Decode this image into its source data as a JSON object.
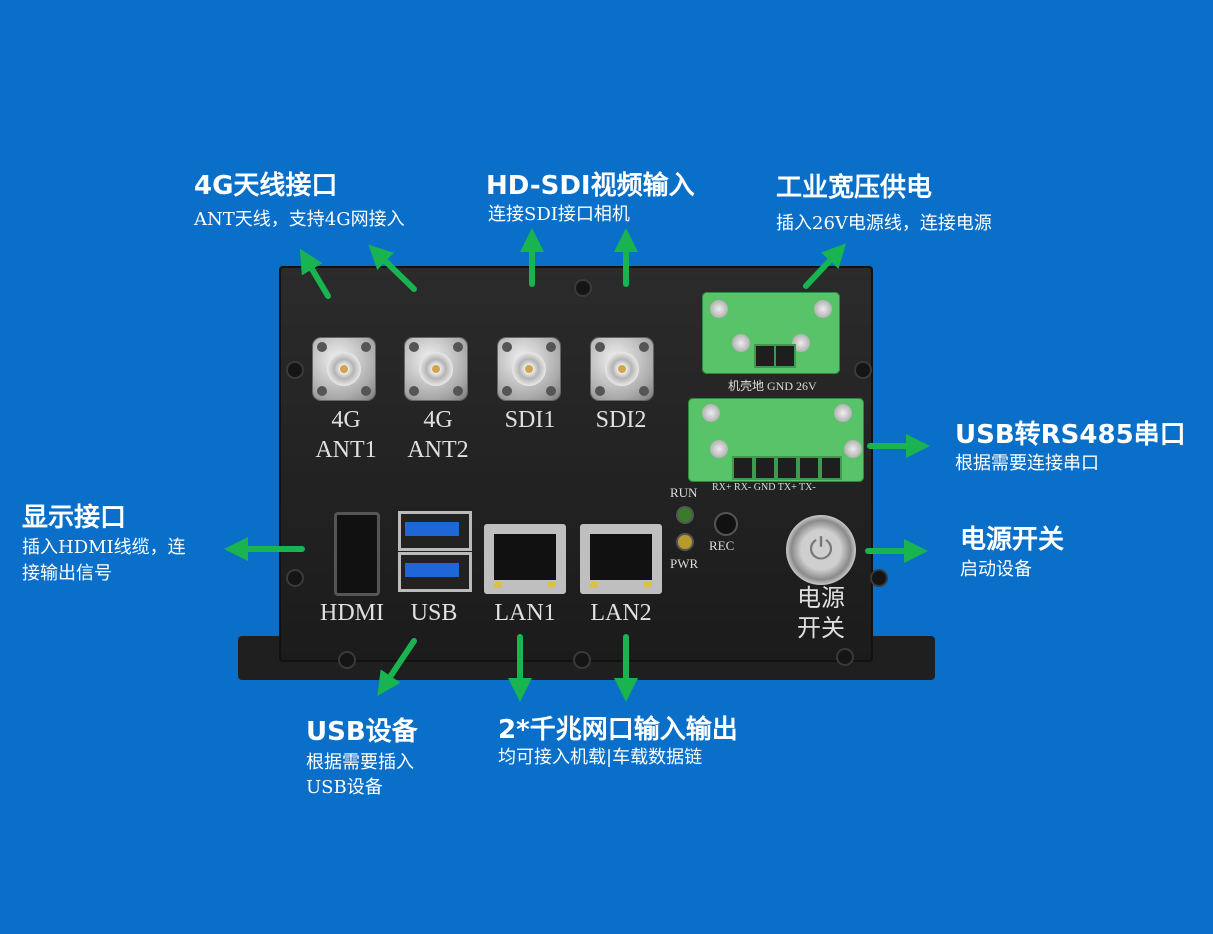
{
  "annotations": {
    "antenna": {
      "title": "4G天线接口",
      "desc": "ANT天线，支持4G网接入"
    },
    "sdi": {
      "title": "HD-SDI视频输入",
      "desc": "连接SDI接口相机"
    },
    "power_supply": {
      "title": "工业宽压供电",
      "desc": "插入26V电源线，连接电源"
    },
    "rs485": {
      "title": "USB转RS485串口",
      "desc": "根据需要连接串口"
    },
    "display": {
      "title": "显示接口",
      "desc_line1": "插入HDMI线缆，连",
      "desc_line2": "接输出信号"
    },
    "power_switch": {
      "title": "电源开关",
      "desc": "启动设备"
    },
    "usb": {
      "title": "USB设备",
      "desc_line1": "根据需要插入",
      "desc_line2": "USB设备"
    },
    "lan": {
      "title": "2*千兆网口输入输出",
      "desc": "均可接入机载|车载数据链"
    }
  },
  "device_labels": {
    "ant1_top": "4G",
    "ant1_bottom": "ANT1",
    "ant2_top": "4G",
    "ant2_bottom": "ANT2",
    "sdi1": "SDI1",
    "sdi2": "SDI2",
    "hdmi": "HDMI",
    "usb": "USB",
    "lan1": "LAN1",
    "lan2": "LAN2",
    "run": "RUN",
    "pwr": "PWR",
    "rec": "REC",
    "power_button_line1": "电源",
    "power_button_line2": "开关",
    "power_terminal": "机壳地 GND 26V",
    "rs485_terminal": "RX+ RX- GND TX+ TX-"
  },
  "colors": {
    "background": "#0a6fc8",
    "arrow": "#19b34f",
    "terminal": "#59c36a"
  }
}
